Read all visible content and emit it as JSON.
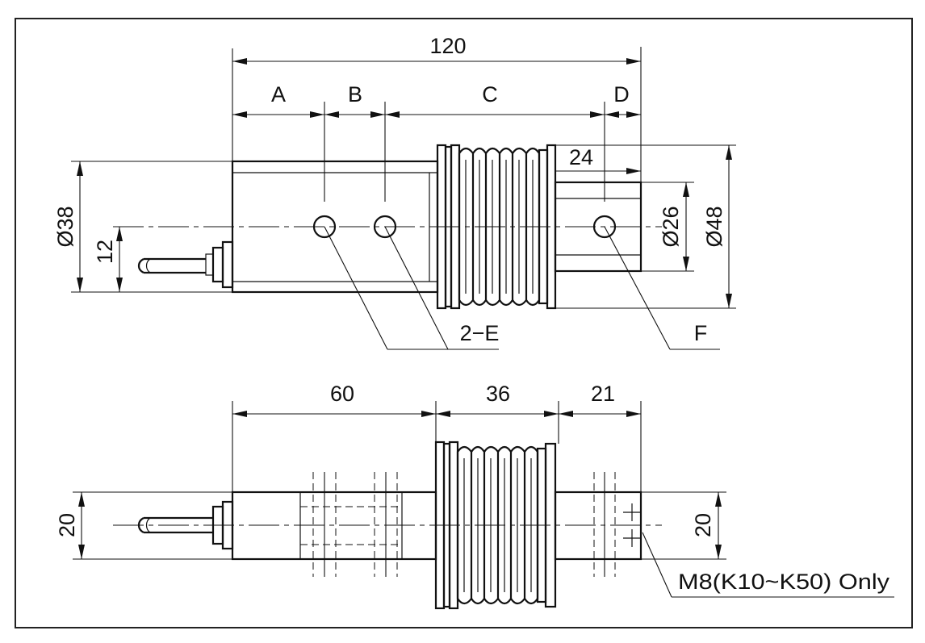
{
  "dimensions": {
    "overall_length": "120",
    "a": "A",
    "b": "B",
    "c": "C",
    "d": "D",
    "end_length": "24",
    "dia_38": "Ø38",
    "height_12": "12",
    "dia_26": "Ø26",
    "dia_48": "Ø48",
    "holes_e": "2−E",
    "hole_f": "F",
    "len_60": "60",
    "len_36": "36",
    "len_21": "21",
    "thickness_left": "20",
    "thickness_right": "20"
  },
  "notes": {
    "thread": "M8(K10~K50) Only"
  }
}
